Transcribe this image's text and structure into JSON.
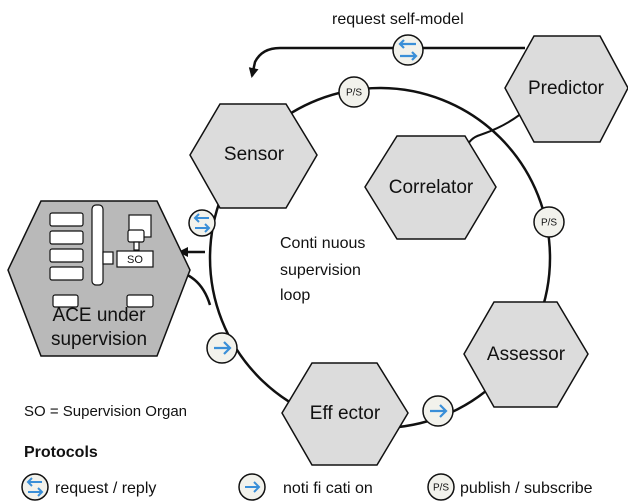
{
  "title": "request self-model",
  "nodes": {
    "predictor": "Predictor",
    "sensor": "Sensor",
    "correlator": "Correlator",
    "assessor": "Assessor",
    "effector": "Eff   ector",
    "ace_line1": "ACE under",
    "ace_line2": "supervision",
    "so": "SO"
  },
  "loop_label": [
    "Conti  nuous",
    "supervision",
    "loop"
  ],
  "so_note": "SO = Supervision Organ",
  "legend": {
    "heading": "Protocols",
    "request_reply": "request / reply",
    "notification": "noti  fi  cati  on",
    "publish_subscribe": "publish / subscribe",
    "ps_glyph": "P/S"
  },
  "colors": {
    "hex_fill": "#dcdcdc",
    "ace_fill": "#b9b9b9",
    "badge_fill": "#f2f2ec",
    "arrow_blue": "#3a8fd8"
  }
}
